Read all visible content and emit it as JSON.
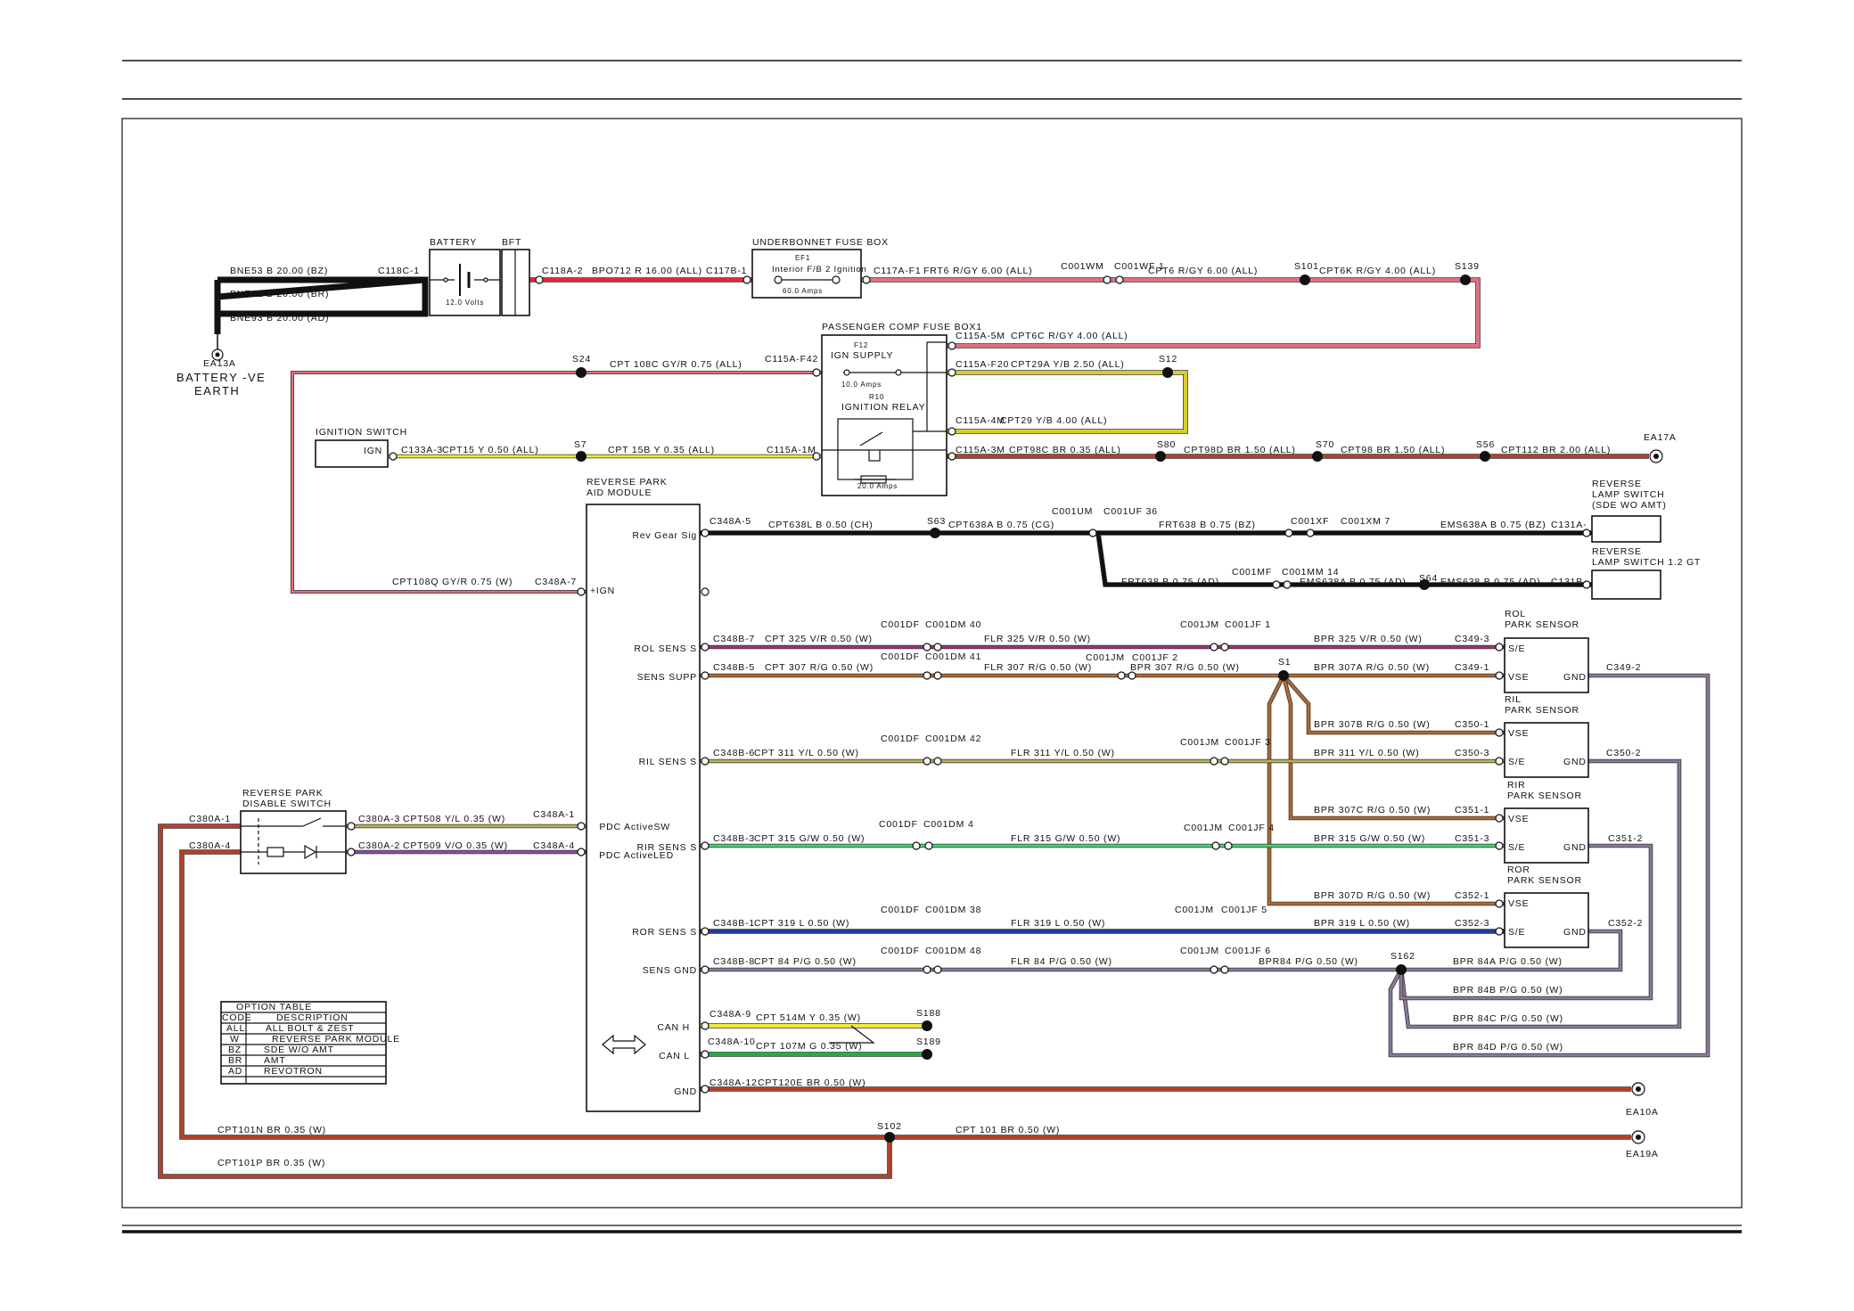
{
  "colors": {
    "BZ": "#111111",
    "B": "#111111",
    "R": "#e8253a",
    "R/GY": "#e0707d",
    "GY/R": "#e0707d",
    "Y": "#f2ea3a",
    "Y/B": "#d8cc2a",
    "BR": "#b0422c",
    "V/R": "#9b3470",
    "R/G": "#b06a32",
    "Y/L": "#b7b355",
    "G/W": "#4ad07a",
    "L": "#243a9a",
    "P/G": "#8a7a9a",
    "V/O": "#8b4fa0",
    "G": "#1eb040"
  },
  "components": {
    "battery": "BATTERY",
    "battery_volts": "12.0 Volts",
    "bft": "BFT",
    "underbonnet": "UNDERBONNET FUSE BOX",
    "ef1": "EF1",
    "ef1_desc": "Interior F/B 2 Ignition",
    "ef1_amps": "60.0 Amps",
    "passenger": "PASSENGER COMP FUSE BOX1",
    "f12": "F12",
    "ign_supply": "IGN SUPPLY",
    "f12_amps": "10.0 Amps",
    "r10": "R10",
    "ign_relay": "IGNITION RELAY",
    "r10_amps": "20.0 Amps",
    "ign_switch": "IGNITION SWITCH",
    "ign": "IGN",
    "rpam1": "REVERSE PARK",
    "rpam2": "AID MODULE",
    "rpds1": "REVERSE PARK",
    "rpds2": "DISABLE SWITCH",
    "battery_earth1": "BATTERY -VE",
    "battery_earth2": "EARTH",
    "ea13a": "EA13A",
    "ea17a": "EA17A",
    "ea10a": "EA10A",
    "ea19a": "EA19A",
    "rls1": "REVERSE",
    "rls2": "LAMP SWITCH",
    "rls3": "(SDE WO AMT)",
    "rls12_1": "REVERSE",
    "rls12_2": "LAMP SWITCH 1.2 GT",
    "rol1": "ROL",
    "rol2": "PARK SENSOR",
    "ril1": "RIL",
    "ril2": "PARK SENSOR",
    "rir1": "RIR",
    "rir2": "PARK SENSOR",
    "ror1": "ROR",
    "ror2": "PARK SENSOR",
    "se": "S/E",
    "vse": "VSE",
    "gnd": "GND"
  },
  "module_pins": {
    "rev": "Rev Gear Sig",
    "ign": "+IGN",
    "rol": "ROL SENS S",
    "supp": "SENS SUPP",
    "ril": "RIL SENS S",
    "pdcsw": "PDC ActiveSW",
    "rir": "RIR SENS S",
    "pdcled": "PDC ActiveLED",
    "ror": "ROR SENS S",
    "sgnd": "SENS GND",
    "canh": "CAN H",
    "canl": "CAN L",
    "gnd": "GND"
  },
  "labels": {
    "bne53": "BNE53 B 20.00 (BZ)",
    "bne61": "BNE61 B 20.00 (BR)",
    "bne93": "BNE93 B 20.00 (AD)",
    "c118c": "C118C-1",
    "c118a": "C118A-2",
    "bpo712": "BPO712 R 16.00 (ALL)",
    "c117b": "C117B-1",
    "c117a": "C117A-F1",
    "frt6": "FRT6 R/GY 6.00 (ALL)",
    "c001wm": "C001WM",
    "c001wf": "C001WF 1",
    "cpt6": "CPT6 R/GY 6.00 (ALL)",
    "s101": "S101",
    "cpt6k": "CPT6K R/GY 4.00 (ALL)",
    "s139": "S139",
    "c115a5m": "C115A-5M",
    "cpt6c": "CPT6C R/GY 4.00 (ALL)",
    "s24": "S24",
    "cpt108c": "CPT 108C GY/R 0.75 (ALL)",
    "c115af42": "C115A-F42",
    "c115af20": "C115A-F20",
    "cpt29a": "CPT29A Y/B 2.50 (ALL)",
    "s12": "S12",
    "c115a4m": "C115A-4M",
    "cpt29": "CPT29 Y/B 4.00 (ALL)",
    "c133a": "C133A-3",
    "cpt15": "CPT15 Y 0.50 (ALL)",
    "s7": "S7",
    "cpt15b": "CPT 15B Y 0.35 (ALL)",
    "c115a1m": "C115A-1M",
    "c115a3m": "C115A-3M",
    "cpt98c": "CPT98C BR 0.35 (ALL)",
    "s80": "S80",
    "cpt98d": "CPT98D BR 1.50 (ALL)",
    "s70": "S70",
    "cpt98": "CPT98 BR 1.50 (ALL)",
    "s56": "S56",
    "cpt112": "CPT112 BR 2.00 (ALL)",
    "c348a5": "C348A-5",
    "cpt638l": "CPT638L B 0.50 (CH)",
    "s63": "S63",
    "cpt638a": "CPT638A B 0.75 (CG)",
    "c001um": "C001UM",
    "c001uf": "C001UF 36",
    "frt638bz": "FRT638 B 0.75 (BZ)",
    "c001xf": "C001XF",
    "c001xm": "C001XM 7",
    "ems638bz": "EMS638A B 0.75 (BZ)",
    "c131a": "C131A-",
    "frt638ad": "FRT638 B 0.75 (AD)",
    "c001mf": "C001MF",
    "c001mm": "C001MM 14",
    "ems638ad": "EMS638A B 0.75 (AD)",
    "s64": "S64",
    "ems638": "EMS638 B 0.75 (AD)",
    "c131b": "C131B-",
    "cpt108q": "CPT108Q GY/R 0.75 (W)",
    "c348a7": "C348A-7",
    "c348b7": "C348B-7",
    "cpt325": "CPT 325 V/R 0.50 (W)",
    "c001df": "C001DF",
    "dm40": "C001DM 40",
    "flr325": "FLR 325 V/R 0.50 (W)",
    "c001jm": "C001JM",
    "jf1": "C001JF 1",
    "bpr325": "BPR 325 V/R 0.50 (W)",
    "c3493": "C349-3",
    "c348b5": "C348B-5",
    "cpt307": "CPT 307 R/G 0.50 (W)",
    "dm41": "C001DM 41",
    "flr307": "FLR 307 R/G 0.50 (W)",
    "jm": "C001JM",
    "jf2": "C001JF 2",
    "bpr307": "BPR 307 R/G 0.50 (W)",
    "s1": "S1",
    "bpr307a": "BPR 307A R/G 0.50 (W)",
    "c3491": "C349-1",
    "c3492": "C349-2",
    "bpr307b": "BPR 307B R/G 0.50 (W)",
    "c3501": "C350-1",
    "c348b6": "C348B-6",
    "cpt311": "CPT 311 Y/L 0.50 (W)",
    "dm42": "C001DM 42",
    "flr311": "FLR 311 Y/L 0.50 (W)",
    "jf3": "C001JF 3",
    "bpr311": "BPR 311 Y/L 0.50 (W)",
    "c3503": "C350-3",
    "c3502": "C350-2",
    "bpr307c": "BPR 307C R/G 0.50 (W)",
    "c3511": "C351-1",
    "c380a1": "C380A-1",
    "c380a3": "C380A-3",
    "cpt508": "CPT508 Y/L 0.35 (W)",
    "c348a1": "C348A-1",
    "c380a4": "C380A-4",
    "c380a2": "C380A-2",
    "cpt509": "CPT509 V/O 0.35 (W)",
    "c348a4": "C348A-4",
    "c348b3": "C348B-3",
    "cpt315": "CPT 315 G/W 0.50 (W)",
    "dm4": "C001DM 4",
    "flr315": "FLR 315 G/W 0.50 (W)",
    "jf4": "C001JF 4",
    "bpr315": "BPR 315 G/W 0.50 (W)",
    "c3513": "C351-3",
    "c3512": "C351-2",
    "bpr307d": "BPR 307D R/G 0.50 (W)",
    "c3521": "C352-1",
    "c348b1": "C348B-1",
    "cpt319": "CPT 319 L 0.50 (W)",
    "dm38": "C001DM 38",
    "flr319": "FLR 319 L 0.50 (W)",
    "jf5": "C001JF 5",
    "bpr319": "BPR 319 L 0.50 (W)",
    "c3523": "C352-3",
    "c3522": "C352-2",
    "c348b8": "C348B-8",
    "cpt84": "CPT 84 P/G 0.50 (W)",
    "dm48": "C001DM 48",
    "flr84": "FLR 84 P/G 0.50 (W)",
    "jf6": "C001JF 6",
    "bpr84": "BPR84 P/G 0.50 (W)",
    "s162": "S162",
    "bpr84a": "BPR    84A P/G 0.50 (W)",
    "bpr84b": "BPR    84B P/G 0.50 (W)",
    "bpr84c": "BPR    84C P/G 0.50 (W)",
    "bpr84d": "BPR    84D P/G 0.50 (W)",
    "c348a9": "C348A-9",
    "cpt514m": "CPT 514M Y 0.35 (W)",
    "s188": "S188",
    "c348a10": "C348A-10",
    "cpt107m": "CPT 107M G 0.35 (W)",
    "s189": "S189",
    "c348a12": "C348A-12",
    "cpt120e": "CPT120E BR 0.50 (W)",
    "cpt101n": "CPT101N BR 0.35 (W)",
    "s102": "S102",
    "cpt101": "CPT 101 BR 0.50 (W)",
    "cpt101p": "CPT101P BR 0.35 (W)"
  },
  "option_table": {
    "title": "OPTION TABLE",
    "header": [
      "CODE",
      "DESCRIPTION"
    ],
    "rows": [
      [
        "ALL",
        "ALL BOLT & ZEST"
      ],
      [
        "W",
        "REVERSE PARK MODULE"
      ],
      [
        "BZ",
        "SDE W/O AMT"
      ],
      [
        "BR",
        "AMT"
      ],
      [
        "AD",
        "REVOTRON"
      ]
    ]
  }
}
